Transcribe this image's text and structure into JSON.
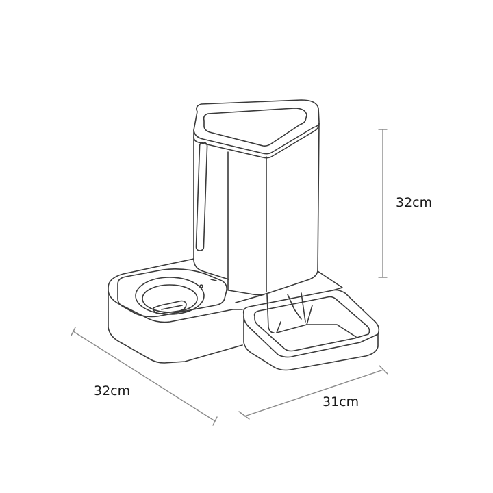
{
  "diagram": {
    "subject": "Automatic pet feeder with water bowl and food tray",
    "dimensions": {
      "height": "32cm",
      "depth": "32cm",
      "width": "31cm"
    },
    "colors": {
      "line": "#3a3a3a",
      "dimension_line": "#8a8a8a",
      "text": "#1a1a1a",
      "background": "#ffffff"
    }
  }
}
